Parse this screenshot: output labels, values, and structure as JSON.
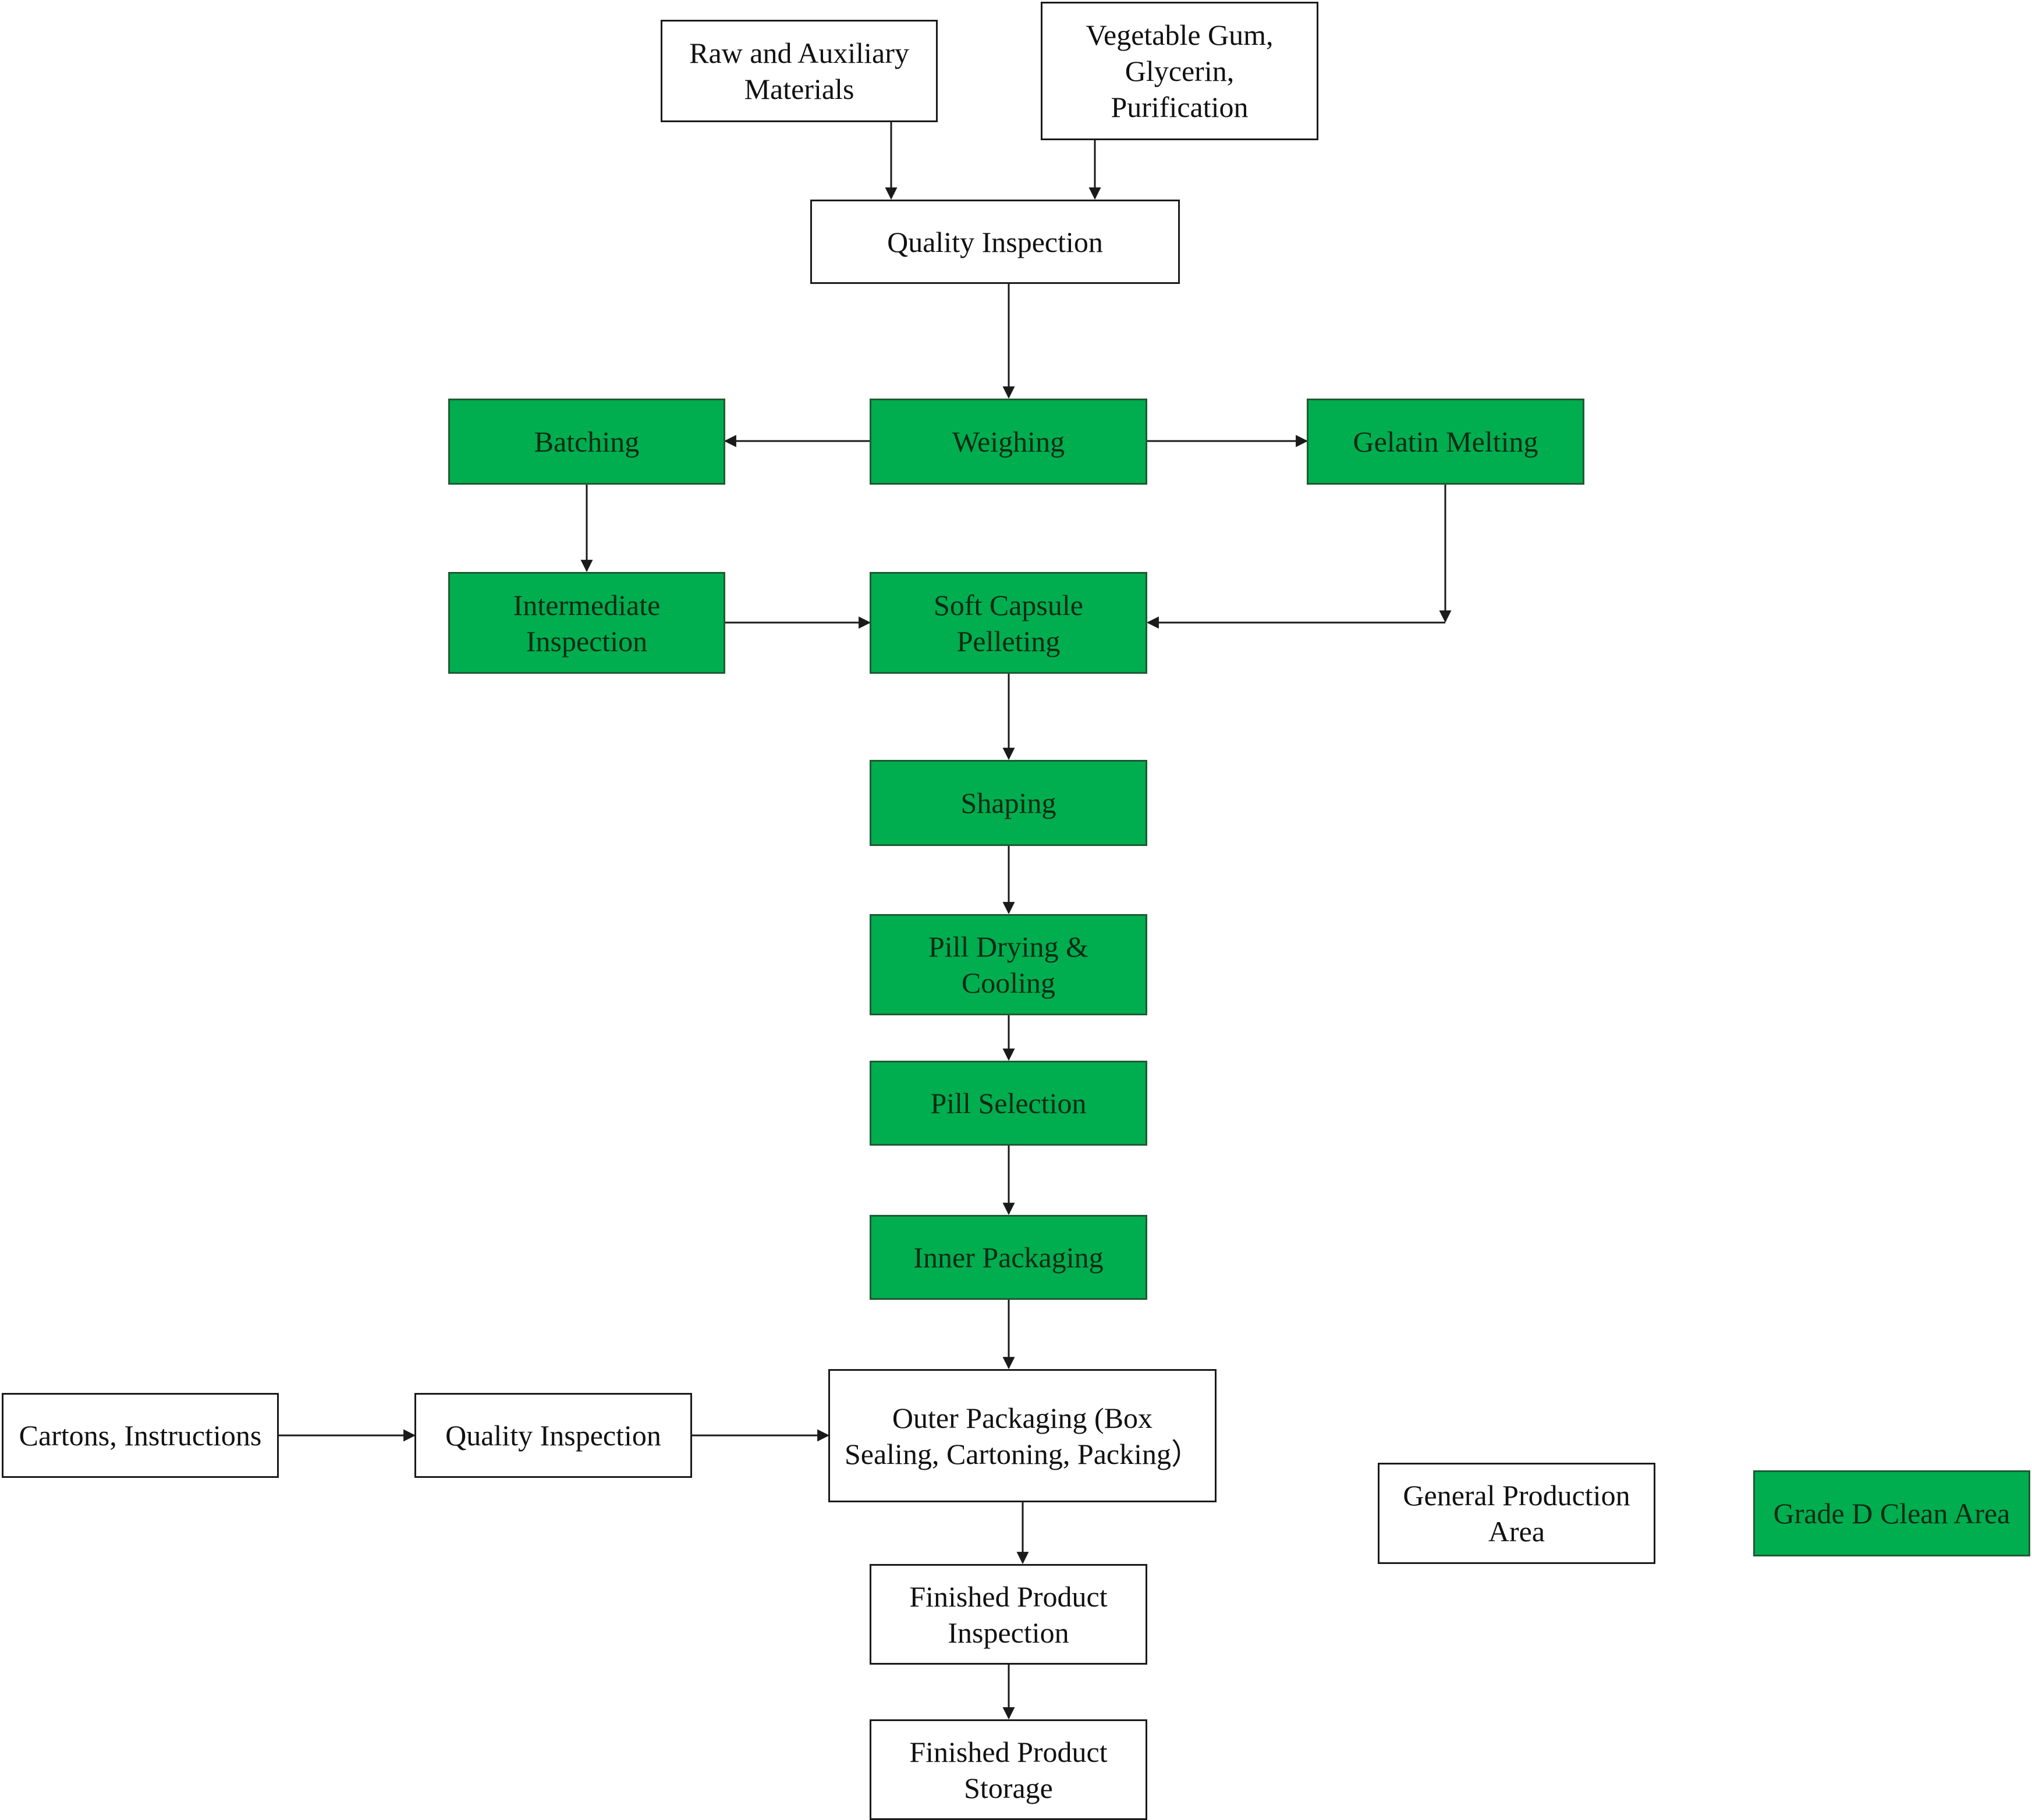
{
  "colors": {
    "clean_area": "#00ad4f",
    "general_area": "#ffffff",
    "line": "#1a1a1a"
  },
  "nodes": {
    "raw_materials": {
      "label": "Raw and Auxiliary\nMaterials"
    },
    "vegetable_gum": {
      "label": "Vegetable Gum,\nGlycerin,\nPurification"
    },
    "quality_inspection_top": {
      "label": "Quality Inspection"
    },
    "batching": {
      "label": "Batching"
    },
    "weighing": {
      "label": "Weighing"
    },
    "gelatin_melting": {
      "label": "Gelatin Melting"
    },
    "intermediate_inspection": {
      "label": "Intermediate\nInspection"
    },
    "soft_capsule_pelleting": {
      "label": "Soft Capsule\nPelleting"
    },
    "shaping": {
      "label": "Shaping"
    },
    "pill_drying_cooling": {
      "label": "Pill Drying &\nCooling"
    },
    "pill_selection": {
      "label": "Pill Selection"
    },
    "inner_packaging": {
      "label": "Inner Packaging"
    },
    "cartons_instructions": {
      "label": "Cartons, Instructions"
    },
    "quality_inspection_bottom": {
      "label": "Quality Inspection"
    },
    "outer_packaging": {
      "label": "Outer Packaging (Box\nSealing, Cartoning, Packing）"
    },
    "finished_product_inspection": {
      "label": "Finished Product\nInspection"
    },
    "finished_product_storage": {
      "label": "Finished Product\nStorage"
    }
  },
  "legend": {
    "general": {
      "label": "General Production\nArea"
    },
    "clean": {
      "label": "Grade D Clean Area"
    }
  }
}
